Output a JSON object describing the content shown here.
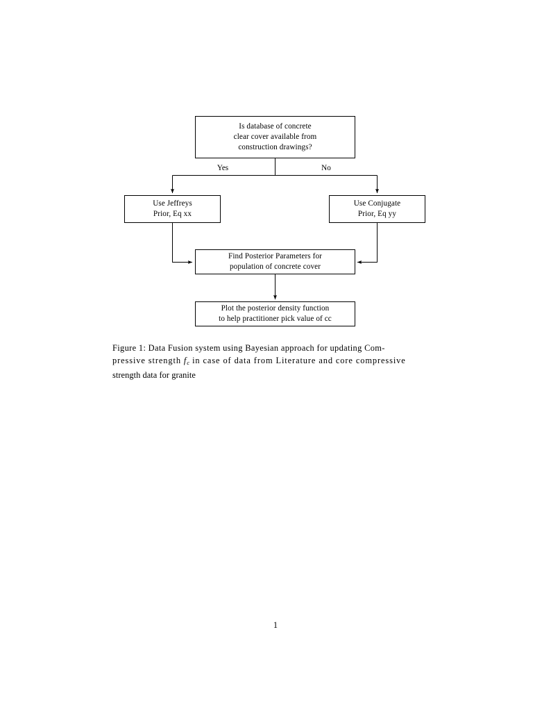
{
  "document": {
    "page_number": "1"
  },
  "figure": {
    "nodes": {
      "question": {
        "name": "decision-database-available",
        "lines": [
          "Is database of concrete",
          "clear cover available from",
          "construction drawings?"
        ]
      },
      "jeffreys": {
        "name": "use-jeffreys-prior",
        "lines": [
          "Use Jeffreys",
          "Prior, Eq xx"
        ]
      },
      "conjugate": {
        "name": "use-conjugate-prior",
        "lines": [
          "Use Conjugate",
          "Prior, Eq yy"
        ]
      },
      "posterior": {
        "name": "find-posterior-parameters",
        "lines": [
          "Find Posterior Parameters for",
          "population of concrete cover"
        ]
      },
      "plot": {
        "name": "plot-posterior-density",
        "lines": [
          "Plot the posterior density function",
          "to help practitioner pick value of cc"
        ]
      }
    },
    "edge_labels": {
      "yes": "Yes",
      "no": "No"
    },
    "stroke_color": "#000000"
  },
  "caption": {
    "label": "Figure 1:",
    "line1_before": "Figure 1:  Data Fusion system using Bayesian approach for updating Com-",
    "line2_part1": "pressive strength",
    "line2_math_base": "f",
    "line2_math_sub": "c",
    "line2_part2": "in case of data from Literature and core compressive",
    "line3": "strength data for granite",
    "full_text": "Figure 1: Data Fusion system using Bayesian approach for updating Compressive strength fc in case of data from Literature and core compressive strength data for granite"
  }
}
